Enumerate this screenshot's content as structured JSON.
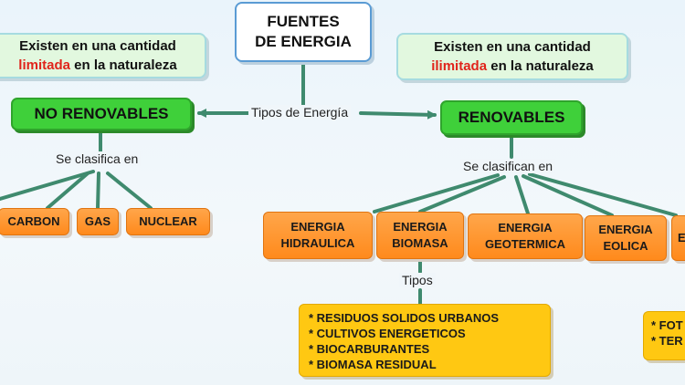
{
  "title": {
    "line1": "FUENTES",
    "line2": "DE ENERGIA"
  },
  "note_left": {
    "line1": "Existen en una cantidad",
    "line2_red": "limitada",
    "line2_rest": " en la naturaleza"
  },
  "note_right": {
    "line1": "Existen en una cantidad",
    "line2_red": "ilimitada",
    "line2_rest": " en la naturaleza"
  },
  "center_label": "Tipos de Energía",
  "no_renovables": {
    "label": "NO RENOVABLES",
    "link_label": "Se clasifica en",
    "children": [
      "CARBON",
      "GAS",
      "NUCLEAR"
    ]
  },
  "renovables": {
    "label": "RENOVABLES",
    "link_label": "Se clasifican en",
    "children": [
      {
        "l1": "ENERGIA",
        "l2": "HIDRAULICA"
      },
      {
        "l1": "ENERGIA",
        "l2": "BIOMASA"
      },
      {
        "l1": "ENERGIA",
        "l2": "GEOTERMICA"
      },
      {
        "l1": "ENERGIA",
        "l2": "EOLICA"
      },
      {
        "l1": "E",
        "l2": ""
      }
    ]
  },
  "biomasa": {
    "link_label": "Tipos",
    "items": [
      "* RESIDUOS SOLIDOS URBANOS",
      "* CULTIVOS ENERGETICOS",
      "* BIOCARBURANTES",
      "* BIOMASA RESIDUAL"
    ]
  },
  "partial_box": {
    "items": [
      "* FOT",
      "* TER"
    ]
  },
  "colors": {
    "link": "#3f8a6e",
    "green": "#3fd03a",
    "orange": "#ff9a30",
    "yellow": "#ffc812",
    "red": "#e0241b"
  }
}
